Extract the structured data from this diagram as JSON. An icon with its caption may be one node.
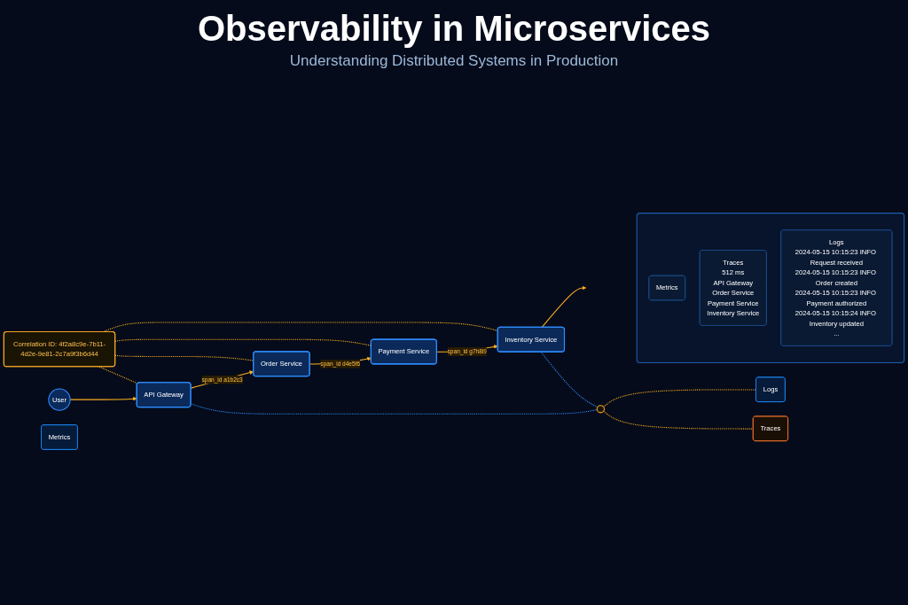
{
  "diagram": {
    "title": "Observability in Microservices",
    "nodes": [
      {
        "text": [
          "User"
        ]
      },
      {
        "text": [
          "API Gateway"
        ]
      },
      {
        "text": [
          "Order Service"
        ]
      },
      {
        "text": [
          "Payment Service"
        ]
      },
      {
        "text": [
          "Inventory Service"
        ]
      },
      {
        "text": [
          "Correlation ID: 4f2a8c9e-7b11-4d2e-9e81-2c7a9f3b6d44"
        ]
      },
      {
        "text": [],
        "shape": "circle"
      },
      {
        "text": [
          "Logs"
        ]
      },
      {
        "text": [
          "Metrics"
        ]
      },
      {
        "text": [
          "Traces"
        ]
      },
      {
        "text": [],
        "shape": "box"
      },
      {
        "text": [
          "Metrics"
        ],
        "in": 10
      },
      {
        "text": [
          "Traces",
          "512 ms",
          "API Gateway",
          "Order Service",
          "Payment Service",
          "Inventory Service"
        ],
        "in": 10
      },
      {
        "text": [
          "Logs",
          "2024-05-15 10:15:23 INFO Request received",
          "2024-05-15 10:15:23 INFO Order created",
          "2024-05-15 10:15:23 INFO Payment authorized",
          "2024-05-15 10:15:24 INFO Inventory updated",
          "..."
        ],
        "in": 10
      }
    ],
    "edges": [
      {
        "from": 0,
        "to": 1,
        "arrow": "to"
      },
      {
        "from": 1,
        "to": 2,
        "arrow": "to",
        "label": "span_id a1b2c3"
      },
      {
        "from": 2,
        "to": 3,
        "arrow": "to",
        "label": "span_id d4e5f6"
      },
      {
        "from": 3,
        "to": 4,
        "arrow": "to",
        "label": "span_id g7h8i9"
      },
      {
        "from": 4,
        "to": null,
        "arrow": "to"
      },
      {
        "from": 5,
        "to": 1,
        "arrow": "none",
        "style": "dashed"
      },
      {
        "from": 5,
        "to": 2,
        "arrow": "none",
        "style": "dashed"
      },
      {
        "from": 5,
        "to": 3,
        "arrow": "none",
        "style": "dashed"
      },
      {
        "from": 5,
        "to": 4,
        "arrow": "none",
        "style": "dashed"
      },
      {
        "from": 1,
        "to": 6,
        "arrow": "none",
        "style": "dashed",
        "color": "#2f8cff"
      },
      {
        "from": 4,
        "to": 6,
        "arrow": "none",
        "style": "dashed",
        "color": "#2f8cff"
      },
      {
        "from": 6,
        "to": 7,
        "arrow": "none",
        "style": "dashed"
      },
      {
        "from": 6,
        "to": 9,
        "arrow": "none",
        "style": "dashed"
      }
    ],
    "labels": [
      "Understanding Distributed Systems in Production"
    ]
  }
}
